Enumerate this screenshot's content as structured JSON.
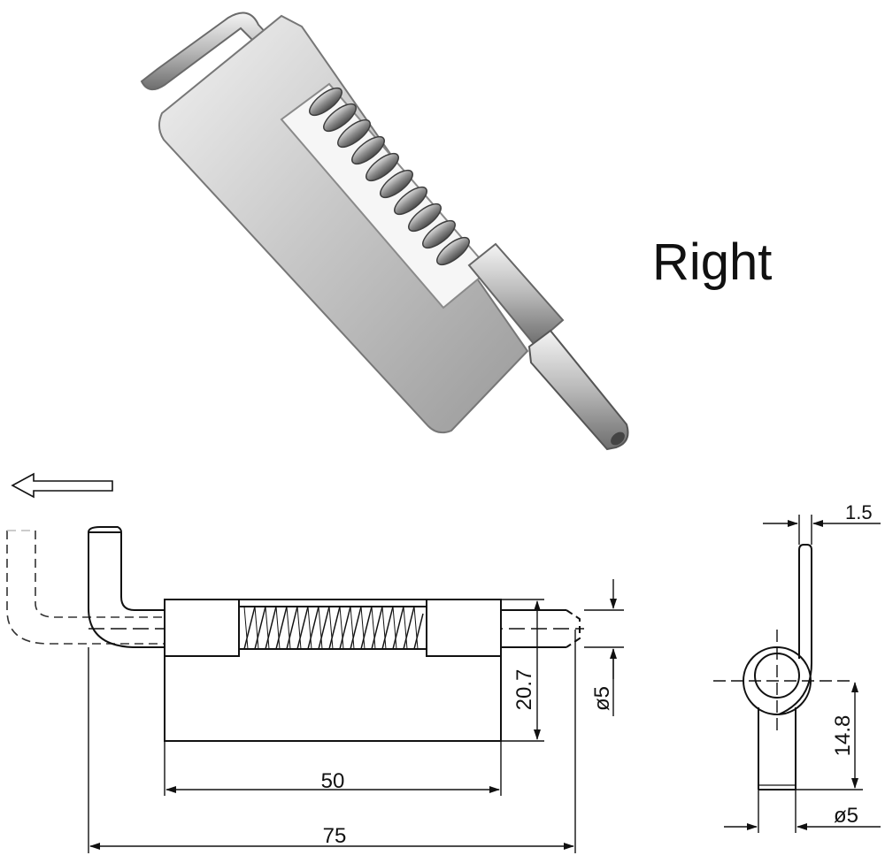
{
  "side_label": "Right",
  "dimensions": {
    "overall_length": "75",
    "plate_length": "50",
    "plate_height": "20.7",
    "pin_diameter": "ø5",
    "plate_thickness": "1.5",
    "side_height": "14.8",
    "side_pin_diameter": "ø5"
  },
  "colors": {
    "line": "#111111",
    "metal_light": "#e6e6e6",
    "metal_mid": "#bdbdbd",
    "metal_dark": "#7a7a7a",
    "ghost": "#b5b5b5"
  }
}
